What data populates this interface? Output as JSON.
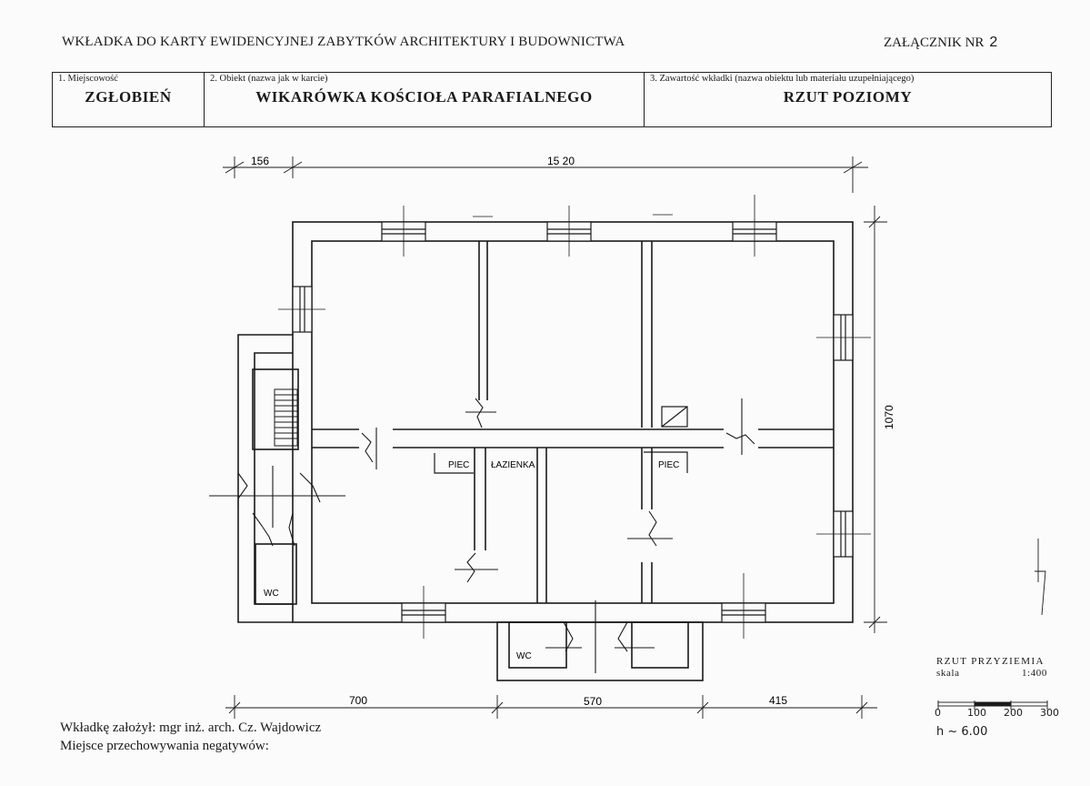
{
  "header": {
    "title": "WKŁADKA DO KARTY EWIDENCYJNEJ ZABYTKÓW ARCHITEKTURY I BUDOWNICTWA",
    "annex_label": "ZAŁĄCZNIK NR",
    "annex_number": "2"
  },
  "info_table": {
    "cells": [
      {
        "label": "1. Miejscowość",
        "value": "ZGŁOBIEŃ"
      },
      {
        "label": "2. Obiekt (nazwa jak w karcie)",
        "value": "WIKARÓWKA KOŚCIOŁA PARAFIALNEGO"
      },
      {
        "label": "3. Zawartość wkładki (nazwa obiektu lub materiału uzupełniającego)",
        "value": "RZUT POZIOMY"
      }
    ]
  },
  "plan": {
    "dimensions": {
      "top_left": "156",
      "top_total": "15 20",
      "right_total": "1070",
      "bottom_1": "700",
      "bottom_2": "570",
      "bottom_3": "415"
    },
    "rooms": {
      "piec_1": "PIEC",
      "lazienka": "ŁAZIENKA",
      "piec_2": "PIEC",
      "wc_1": "WC",
      "wc_2": "WC"
    }
  },
  "legend": {
    "title": "RZUT PRZYZIEMIA",
    "scale_label": "skala",
    "scale_value": "1:400",
    "scale_ticks": [
      "0",
      "100",
      "200",
      "300"
    ],
    "height_note": "h ~ 6.00"
  },
  "footer": {
    "line1": "Wkładkę założył: mgr inż. arch. Cz. Wajdowicz",
    "line2": "Miejsce przechowywania negatywów:"
  }
}
